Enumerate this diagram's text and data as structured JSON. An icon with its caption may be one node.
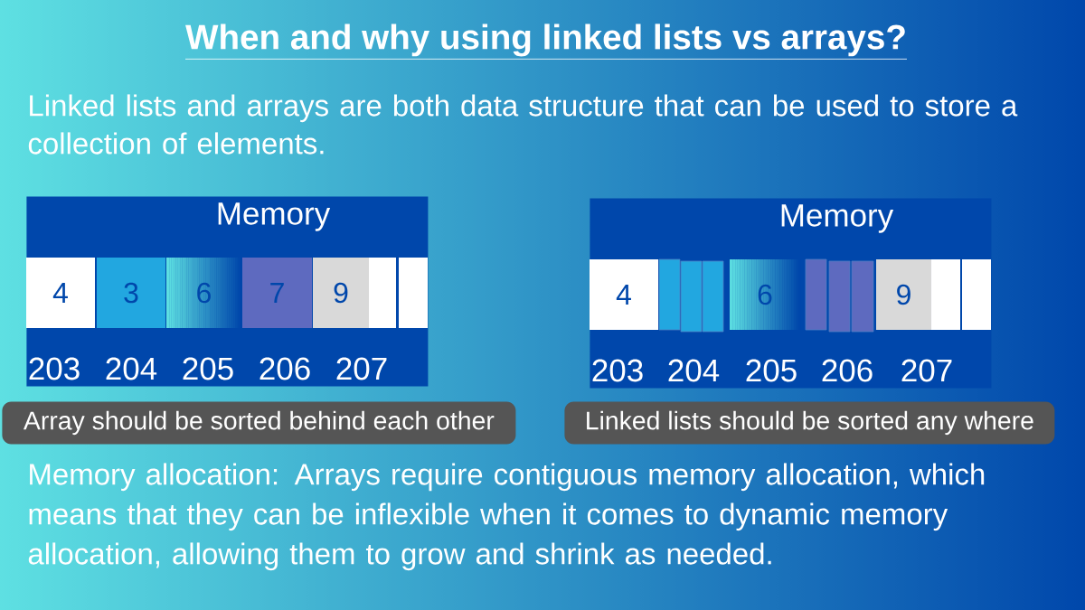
{
  "diagram": {
    "title": "When and why using linked lists vs arrays?",
    "nodes": [
      {
        "text": [
          "Memory",
          "203",
          "204",
          "205",
          "206",
          "207"
        ]
      },
      {
        "text": [
          "4"
        ],
        "in": 0
      },
      {
        "text": [
          "3"
        ],
        "in": 0
      },
      {
        "text": [
          "6"
        ],
        "in": 0
      },
      {
        "text": [
          "7"
        ],
        "in": 0
      },
      {
        "text": [
          "9"
        ],
        "in": 0
      },
      {
        "text": [],
        "shape": "box",
        "in": 0
      },
      {
        "text": [],
        "shape": "box",
        "in": 0
      },
      {
        "text": [
          "Array should be sorted behind each other"
        ]
      },
      {
        "text": [
          "Memory",
          "203",
          "204",
          "205",
          "206",
          "207"
        ]
      },
      {
        "text": [
          "4"
        ],
        "in": 9
      },
      {
        "text": [],
        "shape": "bar",
        "in": 9
      },
      {
        "text": [],
        "shape": "bar",
        "in": 9
      },
      {
        "text": [],
        "shape": "bar",
        "in": 9
      },
      {
        "text": [
          "6"
        ],
        "in": 9
      },
      {
        "text": [],
        "shape": "bar",
        "in": 9
      },
      {
        "text": [],
        "shape": "bar",
        "in": 9
      },
      {
        "text": [],
        "shape": "bar",
        "in": 9
      },
      {
        "text": [
          "9"
        ],
        "in": 9
      },
      {
        "text": [],
        "shape": "box",
        "in": 9
      },
      {
        "text": [],
        "shape": "box",
        "in": 9
      },
      {
        "text": [
          "Linked lists should be sorted any where"
        ]
      }
    ],
    "labels": [
      "Linked lists and arrays are both data structure that can be used to store a collection of elements.",
      "Memory allocation: Arrays require contiguous memory allocation, which means that they can be inflexible when it comes to dynamic memory allocation, allowing them to grow and shrink as needed."
    ]
  }
}
